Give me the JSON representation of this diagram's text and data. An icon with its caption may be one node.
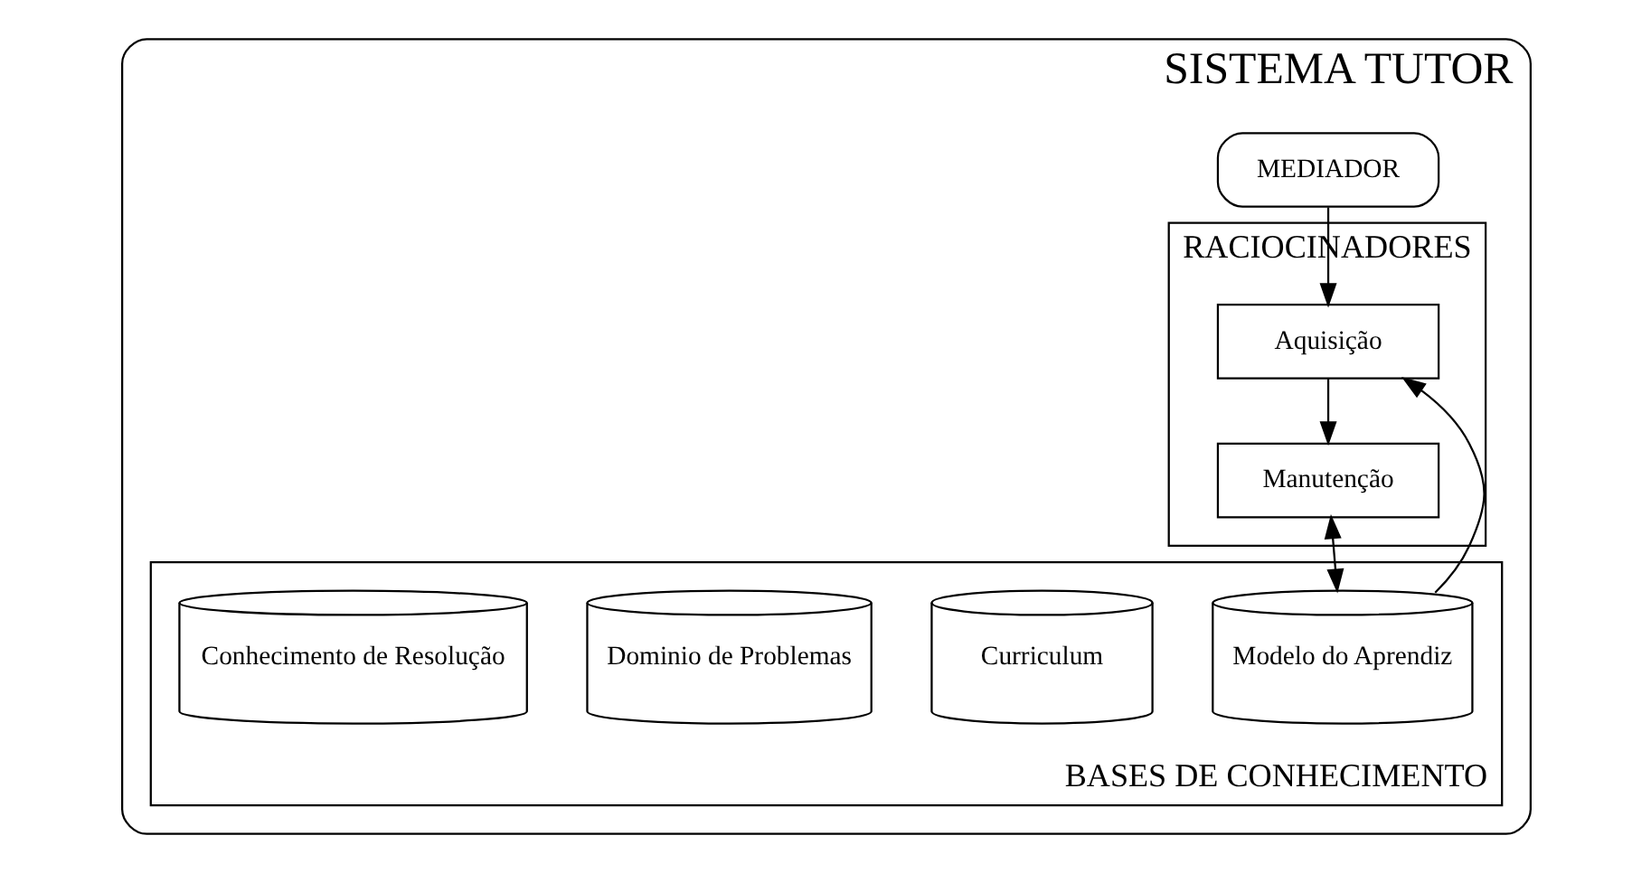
{
  "diagram": {
    "nodes": [
      {
        "text": [
          "SISTEMA TUTOR"
        ]
      },
      {
        "text": [
          "MEDIADOR"
        ],
        "in": 0
      },
      {
        "text": [
          "RACIOCINADORES"
        ],
        "in": 0
      },
      {
        "text": [
          "Aquisição"
        ],
        "in": 2
      },
      {
        "text": [
          "Manutenção"
        ],
        "in": 2
      },
      {
        "text": [
          "BASES DE CONHECIMENTO"
        ],
        "in": 0
      },
      {
        "text": [
          "Modelo do Aprendiz"
        ],
        "in": 5
      },
      {
        "text": [
          "Curriculum"
        ],
        "in": 5
      },
      {
        "text": [
          "Dominio de Problemas"
        ],
        "in": 5
      },
      {
        "text": [
          "Conhecimento de Resolução"
        ],
        "in": 5
      }
    ],
    "edges": [
      {
        "from": 1,
        "to": 3,
        "arrow": "to"
      },
      {
        "from": 6,
        "to": 3,
        "arrow": "to"
      },
      {
        "from": 3,
        "to": 4,
        "arrow": "to"
      },
      {
        "from": 4,
        "to": 6,
        "arrow": "both"
      }
    ]
  }
}
